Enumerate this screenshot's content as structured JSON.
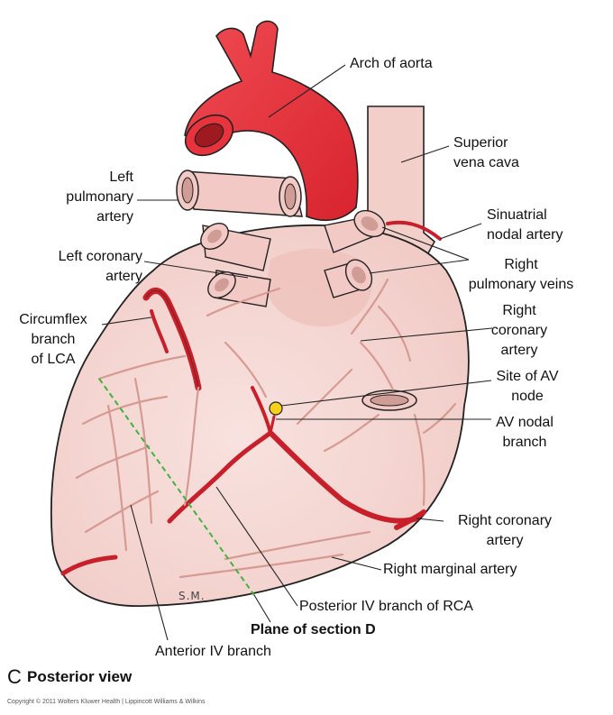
{
  "labels": {
    "arch_of_aorta": "Arch of aorta",
    "superior_vena_cava": "Superior\nvena cava",
    "left_pulmonary_artery": "Left\npulmonary\nartery",
    "sinuatrial_nodal_artery": "Sinuatrial\nnodal artery",
    "left_coronary_artery": "Left coronary\nartery",
    "right_pulmonary_veins": "Right\npulmonary veins",
    "circumflex_branch": "Circumflex\nbranch\nof LCA",
    "right_coronary_artery_upper": "Right\ncoronary\nartery",
    "site_of_av_node": "Site of AV\nnode",
    "av_nodal_branch": "AV nodal\nbranch",
    "right_coronary_artery_lower": "Right coronary\nartery",
    "right_marginal_artery": "Right marginal artery",
    "posterior_iv_branch": "Posterior IV branch of RCA",
    "plane_of_section": "Plane of section D",
    "anterior_iv_branch": "Anterior IV branch"
  },
  "figure": {
    "letter": "C",
    "view": "Posterior view",
    "copyright": "Copyright © 2011 Wolters Kluwer Health | Lippincott Williams & Wilkins",
    "signature": "S.M."
  },
  "colors": {
    "heart_fill": "#f6d9d6",
    "heart_outline": "#222222",
    "aorta_red": "#e8303a",
    "artery_red": "#c8202a",
    "vessel_pink": "#f2c9c4",
    "av_node_yellow": "#f7d117",
    "section_line_green": "#3db53d"
  }
}
